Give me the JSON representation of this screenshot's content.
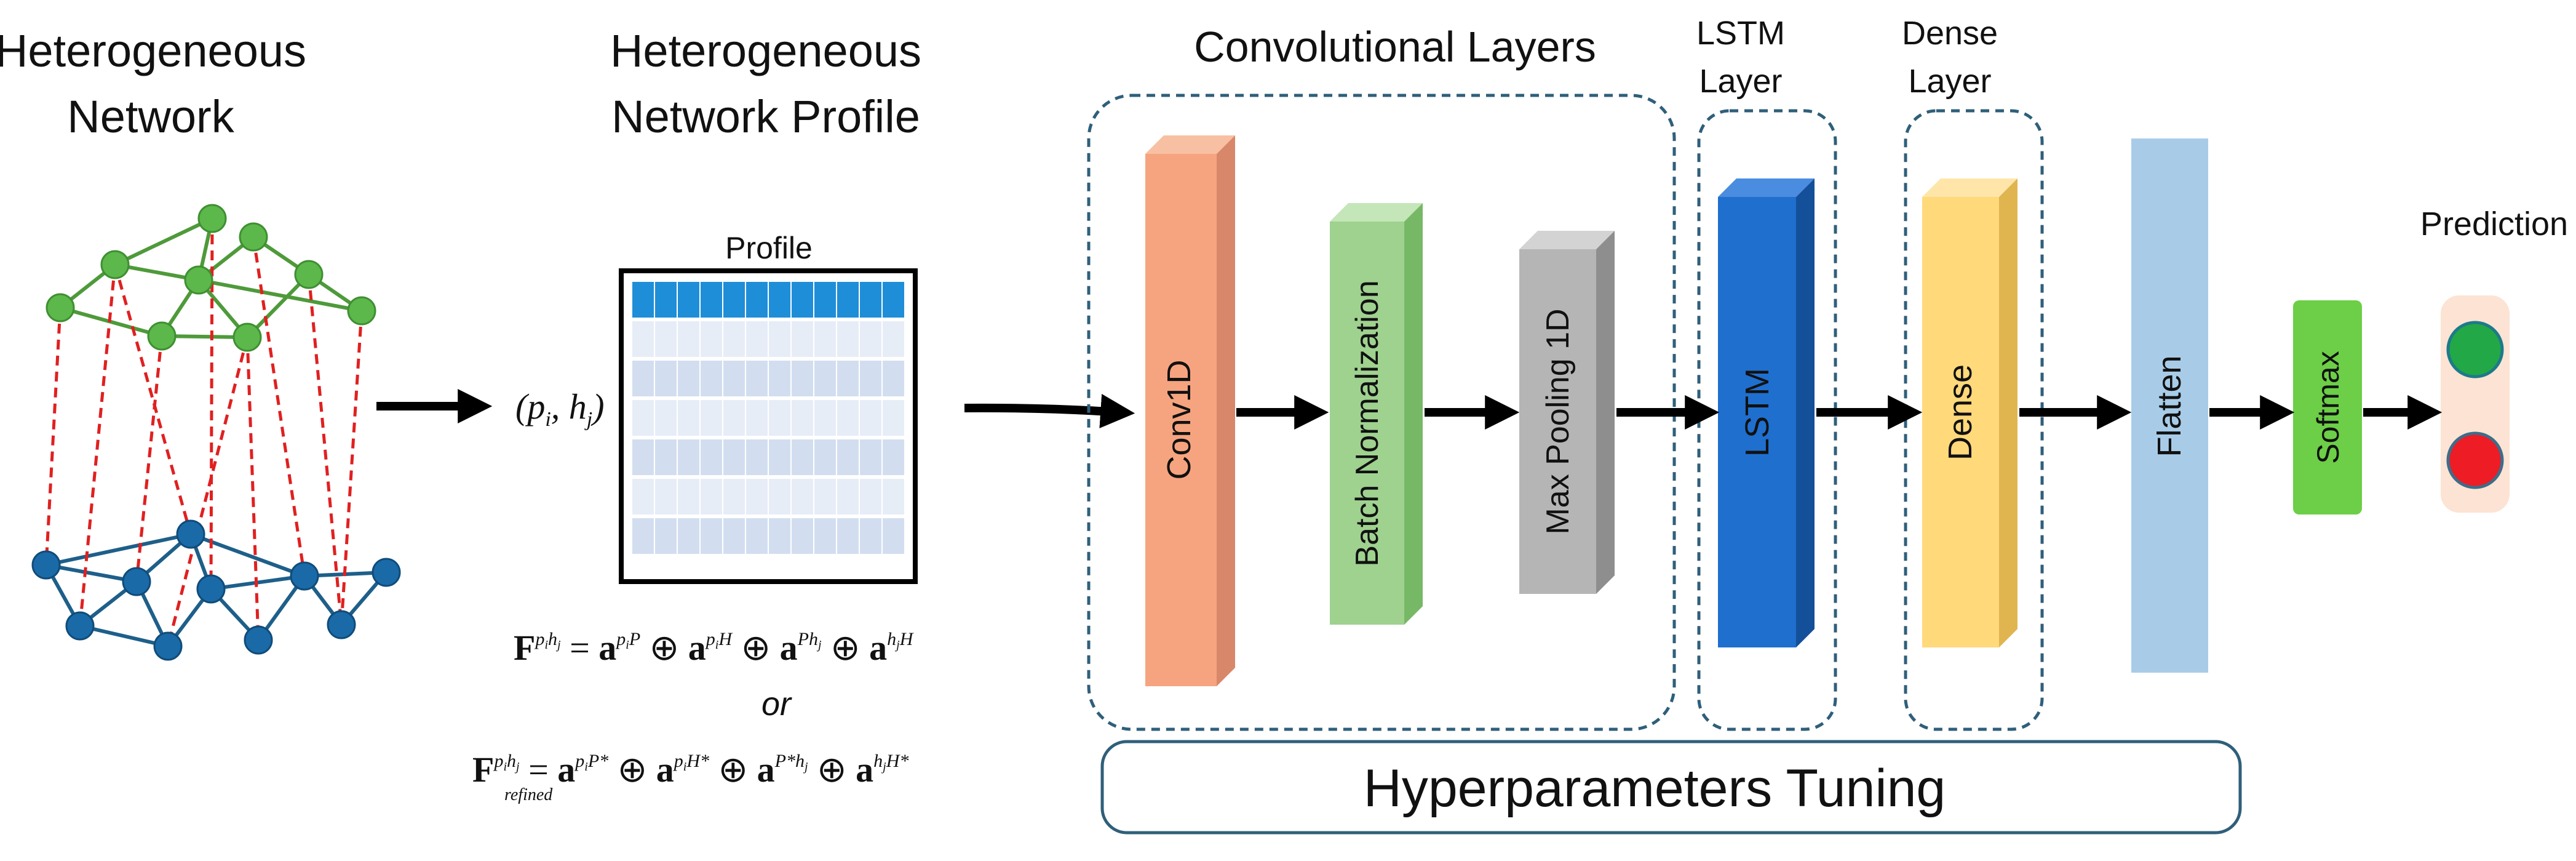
{
  "titles": {
    "hetero_network": [
      "Heterogeneous",
      "Network"
    ],
    "hetero_profile": [
      "Heterogeneous",
      "Network Profile"
    ],
    "conv_layers": "Convolutional Layers",
    "lstm_layer": [
      "LSTM",
      "Layer"
    ],
    "dense_layer": [
      "Dense",
      "Layer"
    ],
    "prediction": "Prediction"
  },
  "profile": {
    "label": "Profile",
    "pair": "(p_i, h_j)"
  },
  "blocks": {
    "conv1d": "Conv1D",
    "batchnorm": "Batch Normalization",
    "maxpool": "Max Pooling 1D",
    "lstm": "LSTM",
    "dense": "Dense",
    "flatten": "Flatten",
    "softmax": "Softmax"
  },
  "equations": {
    "or": "or"
  },
  "tuning": "Hyperparameters Tuning",
  "colors": {
    "green_node": "#5cb84a",
    "blue_node": "#1a6aa8",
    "red_link": "#e02020",
    "dashed_box": "#2f5f7a",
    "conv1d": "#f6a47f",
    "batchnorm": "#9fd18f",
    "maxpool": "#b5b5b5",
    "lstm": "#1f6fcf",
    "dense": "#ffd97a",
    "flatten": "#a8cce8",
    "softmax": "#6ccf47",
    "pred_green": "#22a846",
    "pred_red": "#ee1c24",
    "pred_bg": "#fde3d3"
  }
}
